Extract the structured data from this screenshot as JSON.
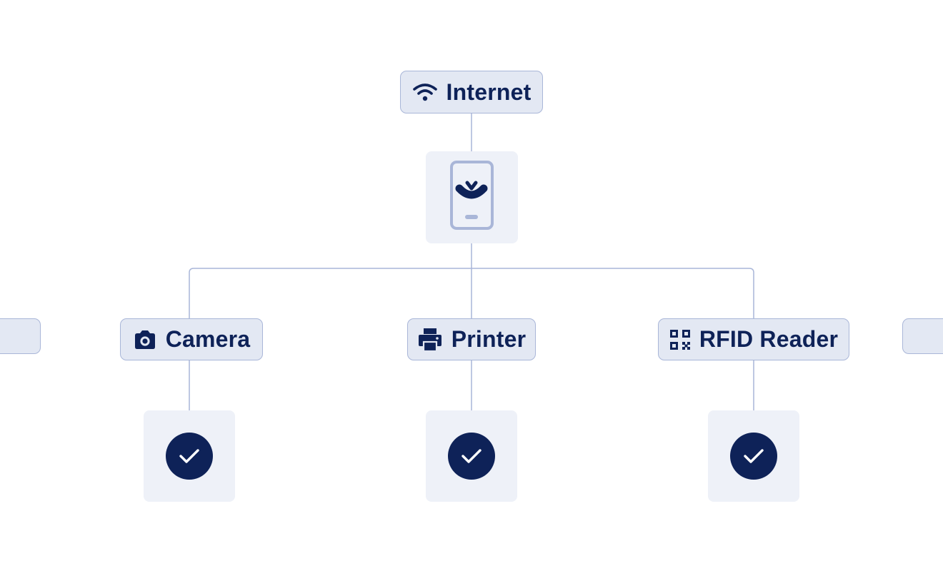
{
  "colors": {
    "navy": "#0e2258",
    "label_bg": "#e3e8f3",
    "label_border": "#a9b6d8",
    "tile_bg": "#eef1f8",
    "connector": "#a9b6d8"
  },
  "top": {
    "label": "Internet",
    "icon": "wifi-icon"
  },
  "hub": {
    "icon": "smartphone-app-icon"
  },
  "devices": [
    {
      "label": "Camera",
      "icon": "camera-icon",
      "status_icon": "check-icon"
    },
    {
      "label": "Printer",
      "icon": "printer-icon",
      "status_icon": "check-icon"
    },
    {
      "label": "RFID Reader",
      "icon": "qr-code-icon",
      "status_icon": "check-icon"
    }
  ]
}
